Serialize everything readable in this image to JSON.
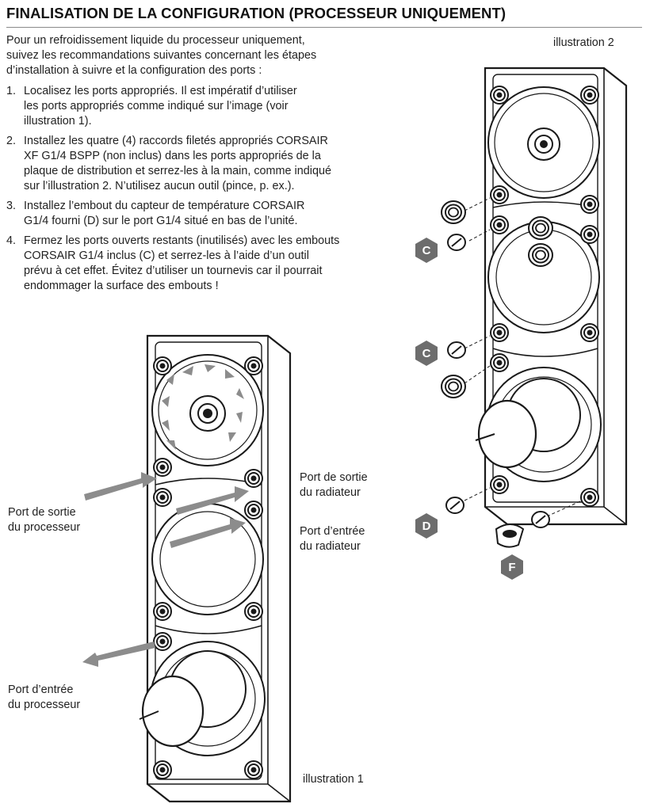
{
  "heading": "FINALISATION DE LA CONFIGURATION (PROCESSEUR UNIQUEMENT)",
  "intro": [
    "Pour un refroidissement liquide du processeur uniquement,",
    "suivez les recommandations suivantes concernant les étapes",
    "d’installation à suivre et la configuration des ports :"
  ],
  "steps": [
    {
      "num": "1.",
      "lines": [
        "Localisez les ports appropriés. Il est impératif d’utiliser",
        "les ports appropriés comme indiqué sur l’image (voir",
        "illustration 1)."
      ]
    },
    {
      "num": "2.",
      "lines": [
        "Installez les quatre (4) raccords filetés appropriés CORSAIR",
        "XF G1/4 BSPP (non inclus) dans les ports appropriés de la",
        "plaque de distribution et serrez-les à la main, comme indiqué",
        "sur l’illustration 2. N’utilisez aucun outil (pince, p. ex.)."
      ]
    },
    {
      "num": "3.",
      "lines": [
        "Installez l’embout du capteur de température CORSAIR",
        "G1/4 fourni (D) sur le port G1/4 situé en bas de l’unité."
      ]
    },
    {
      "num": "4.",
      "lines": [
        "Fermez les ports ouverts restants (inutilisés) avec les embouts",
        "CORSAIR G1/4 inclus (C) et serrez-les à l’aide d’un outil",
        "prévu à cet effet. Évitez d’utiliser un tournevis car il pourrait",
        "endommager la surface des embouts !"
      ]
    }
  ],
  "illustration1": {
    "caption": "illustration 1",
    "labels": {
      "cpu_out": [
        "Port de sortie",
        "du processeur"
      ],
      "rad_out": [
        "Port de sortie",
        "du radiateur"
      ],
      "rad_in": [
        "Port d’entrée",
        "du radiateur"
      ],
      "cpu_in": [
        "Port d’entrée",
        "du processeur"
      ]
    }
  },
  "illustration2": {
    "caption": "illustration 2",
    "badges": [
      "C",
      "C",
      "D",
      "F"
    ]
  },
  "colors": {
    "text": "#222222",
    "badge": "#6d6d6d",
    "arrow": "#8c8c8c",
    "line": "#1a1a1a"
  }
}
